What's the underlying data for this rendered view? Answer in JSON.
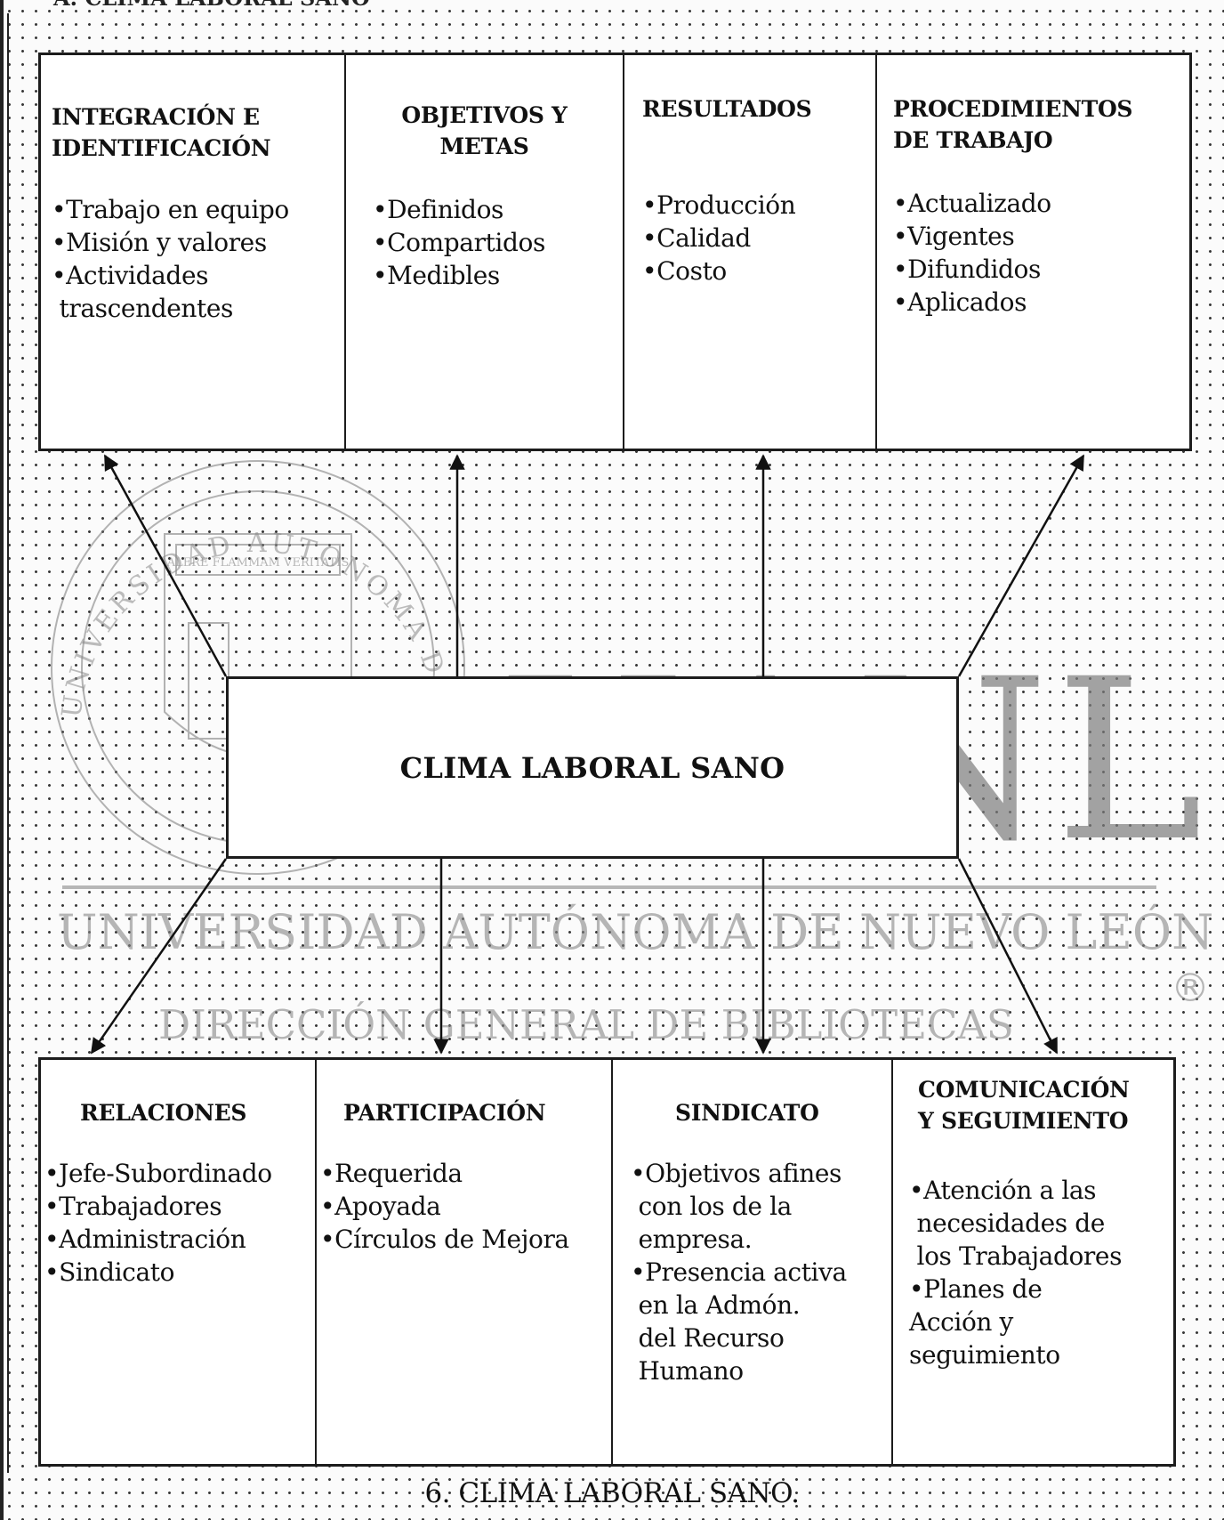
{
  "header_fragment": "A. CLIMA LABORAL SANO",
  "center_label": "CLIMA LABORAL SANO",
  "top_boxes": [
    {
      "title": "INTEGRACIÓN E\nIDENTIFICACIÓN",
      "items": [
        "•Trabajo en equipo",
        "•Misión y valores",
        "•Actividades\n trascendentes"
      ]
    },
    {
      "title": "OBJETIVOS Y\nMETAS",
      "items": [
        "•Definidos",
        "•Compartidos",
        "•Medibles"
      ]
    },
    {
      "title": "RESULTADOS",
      "items": [
        "•Producción",
        "•Calidad",
        "•Costo"
      ]
    },
    {
      "title": "PROCEDIMIENTOS\nDE TRABAJO",
      "items": [
        "•Actualizado",
        "•Vigentes",
        "•Difundidos",
        "•Aplicados"
      ]
    }
  ],
  "bottom_boxes": [
    {
      "title": "RELACIONES",
      "items": [
        "•Jefe-Subordinado",
        "•Trabajadores",
        "•Administración",
        "•Sindicato"
      ]
    },
    {
      "title": "PARTICIPACIÓN",
      "items": [
        "•Requerida",
        "•Apoyada",
        "•Círculos de Mejora"
      ]
    },
    {
      "title": "SINDICATO",
      "items": [
        "•Objetivos afines\n con los de la\n empresa.",
        "•Presencia activa\n en la Admón.\n del Recurso\n Humano"
      ]
    },
    {
      "title": "COMUNICACIÓN\nY SEGUIMIENTO",
      "items": [
        "•Atención a las\n necesidades de\n los Trabajadores",
        "•Planes de\nAcción y\nseguimiento"
      ]
    }
  ],
  "watermark": {
    "logo": "UANL",
    "university": "UNIVERSIDAD AUTÓNOMA DE NUEVO LEÓN",
    "library": "DIRECCIÓN GENERAL DE BIBLIOTECAS",
    "registered": "®",
    "seal_text": "UNIVERSIDAD AUTONOMA DE NUEVO LEON",
    "seal_motto": "ALERE FLAMMAM VERITATIS"
  },
  "caption": "6. CLIMA LABORAL SANO."
}
